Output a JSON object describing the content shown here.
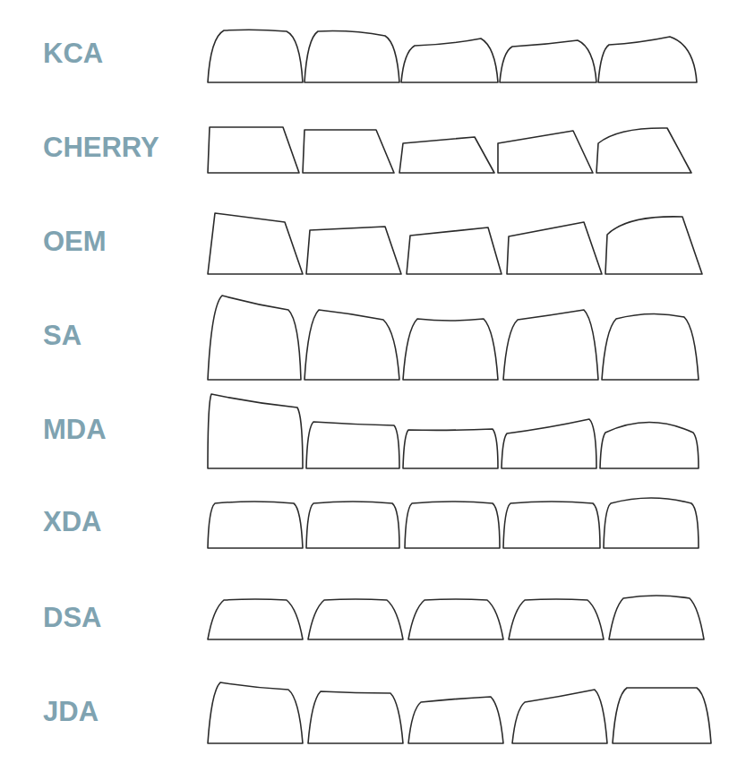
{
  "diagram": {
    "labels": [
      "KCA",
      "CHERRY",
      "OEM",
      "SA",
      "MDA",
      "XDA",
      "DSA",
      "JDA"
    ]
  }
}
